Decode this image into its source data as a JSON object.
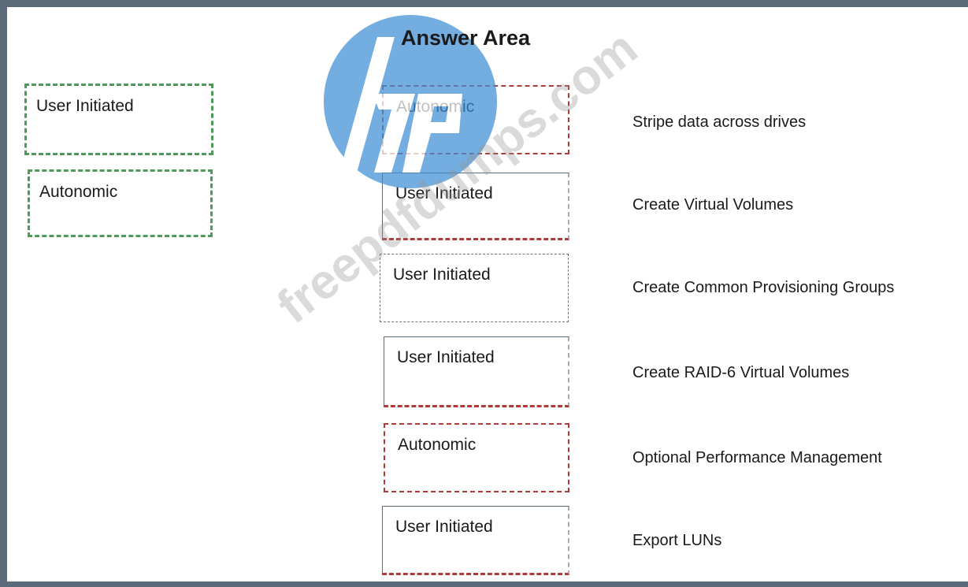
{
  "title": "Answer Area",
  "source_options": [
    {
      "label": "User Initiated"
    },
    {
      "label": "Autonomic"
    }
  ],
  "answers": [
    {
      "label": "Autonomic",
      "task": "Stripe data across drives"
    },
    {
      "label": "User Initiated",
      "task": "Create Virtual Volumes"
    },
    {
      "label": "User Initiated",
      "task": "Create Common Provisioning Groups"
    },
    {
      "label": "User Initiated",
      "task": "Create RAID-6 Virtual Volumes"
    },
    {
      "label": "Autonomic",
      "task": "Optional Performance Management"
    },
    {
      "label": "User Initiated",
      "task": "Export LUNs"
    }
  ],
  "logo": {
    "name": "hp-logo",
    "color": "#3f8fd6"
  },
  "watermark": "freepdfdumps.com",
  "colors": {
    "frame": "#5b6a79",
    "green_dash": "#4f9a5a",
    "red_dash": "#b03a3a"
  }
}
